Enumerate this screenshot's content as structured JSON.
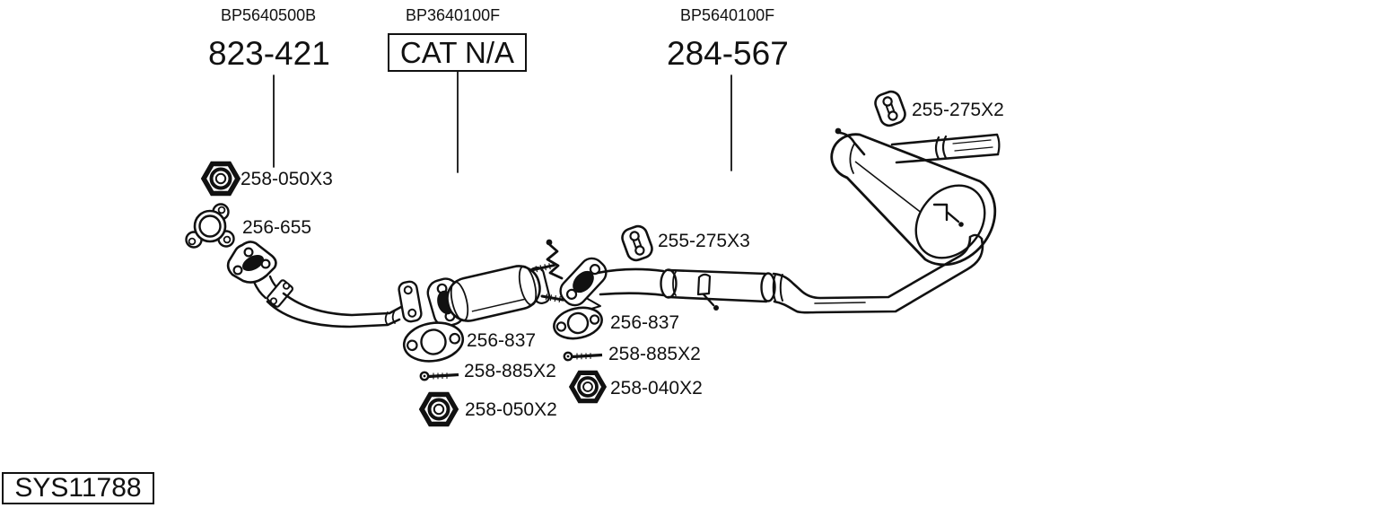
{
  "system_code": "SYS11788",
  "sections": [
    {
      "ref": "BP5640500B",
      "part": "823-421",
      "component": "front-pipe"
    },
    {
      "ref": "BP3640100F",
      "part": "CAT N/A",
      "component": "catalytic-converter"
    },
    {
      "ref": "BP5640100F",
      "part": "284-567",
      "component": "centre-silencer"
    }
  ],
  "fittings": [
    {
      "part": "258-050X3",
      "icon": "hex-nut-icon"
    },
    {
      "part": "256-655",
      "icon": "gasket-3hole-icon"
    },
    {
      "part": "255-275X2",
      "icon": "rubber-hanger-icon"
    },
    {
      "part": "255-275X3",
      "icon": "rubber-hanger-icon"
    },
    {
      "part": "256-837",
      "icon": "gasket-2hole-icon"
    },
    {
      "part": "258-885X2",
      "icon": "bolt-icon"
    },
    {
      "part": "258-050X2",
      "icon": "hex-nut-icon"
    },
    {
      "part": "256-837",
      "icon": "gasket-2hole-icon"
    },
    {
      "part": "258-885X2",
      "icon": "bolt-icon"
    },
    {
      "part": "258-040X2",
      "icon": "hex-nut-icon"
    }
  ],
  "colors": {
    "line": "#111111",
    "background": "#ffffff",
    "text": "#111111"
  }
}
